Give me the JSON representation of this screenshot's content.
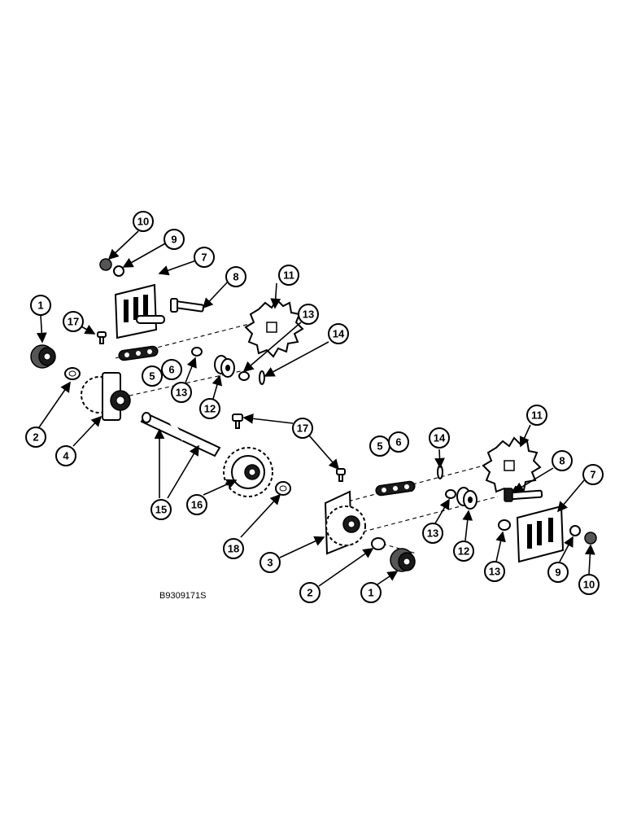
{
  "figure_code": "B9309171S",
  "colors": {
    "ink": "#000000",
    "paper": "#ffffff"
  },
  "callouts": [
    {
      "id": "c1a",
      "label": "1"
    },
    {
      "id": "c1b",
      "label": "1"
    },
    {
      "id": "c2a",
      "label": "2"
    },
    {
      "id": "c2b",
      "label": "2"
    },
    {
      "id": "c3",
      "label": "3"
    },
    {
      "id": "c4",
      "label": "4"
    },
    {
      "id": "c5a",
      "label": "5"
    },
    {
      "id": "c5b",
      "label": "5"
    },
    {
      "id": "c6a",
      "label": "6"
    },
    {
      "id": "c6b",
      "label": "6"
    },
    {
      "id": "c7a",
      "label": "7"
    },
    {
      "id": "c7b",
      "label": "7"
    },
    {
      "id": "c8a",
      "label": "8"
    },
    {
      "id": "c8b",
      "label": "8"
    },
    {
      "id": "c9a",
      "label": "9"
    },
    {
      "id": "c9b",
      "label": "9"
    },
    {
      "id": "c10a",
      "label": "10"
    },
    {
      "id": "c10b",
      "label": "10"
    },
    {
      "id": "c11a",
      "label": "11"
    },
    {
      "id": "c11b",
      "label": "11"
    },
    {
      "id": "c12a",
      "label": "12"
    },
    {
      "id": "c12b",
      "label": "12"
    },
    {
      "id": "c13a",
      "label": "13"
    },
    {
      "id": "c13b",
      "label": "13"
    },
    {
      "id": "c13c",
      "label": "13"
    },
    {
      "id": "c13d",
      "label": "13"
    },
    {
      "id": "c14a",
      "label": "14"
    },
    {
      "id": "c14b",
      "label": "14"
    },
    {
      "id": "c15",
      "label": "15"
    },
    {
      "id": "c16",
      "label": "16"
    },
    {
      "id": "c17a",
      "label": "17"
    },
    {
      "id": "c17b",
      "label": "17"
    },
    {
      "id": "c18",
      "label": "18"
    }
  ]
}
